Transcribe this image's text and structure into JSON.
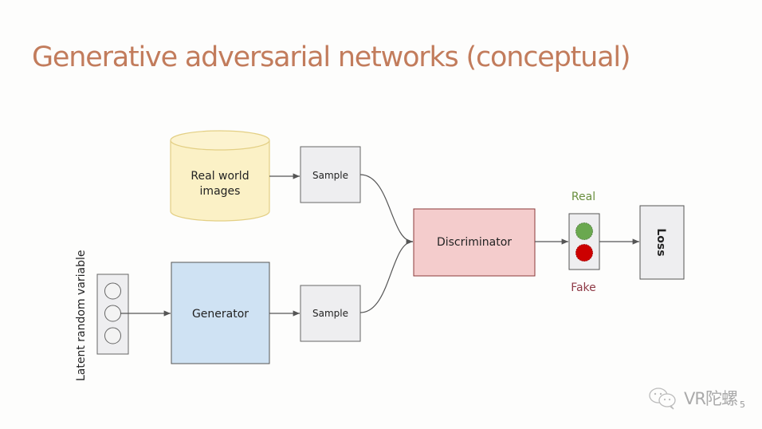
{
  "slide": {
    "title": "Generative adversarial networks (conceptual)",
    "page_number": "5"
  },
  "diagram": {
    "nodes": {
      "real_images": {
        "label_line1": "Real world",
        "label_line2": "images",
        "shape": "cylinder",
        "color": "#fbf1c6"
      },
      "sample_top": {
        "label": "Sample",
        "shape": "box",
        "color": "#eeeef0"
      },
      "latent": {
        "label": "Latent random variable",
        "circles": 3,
        "color": "#eeeef0"
      },
      "generator": {
        "label": "Generator",
        "shape": "box",
        "color": "#cfe2f3"
      },
      "sample_bottom": {
        "label": "Sample",
        "shape": "box",
        "color": "#eeeef0"
      },
      "discriminator": {
        "label": "Discriminator",
        "shape": "box",
        "color": "#f4cccc"
      },
      "output": {
        "real_label": "Real",
        "fake_label": "Fake",
        "real_color": "#6aa84f",
        "fake_color": "#cc0000"
      },
      "loss": {
        "label": "Loss",
        "shape": "box",
        "color": "#eeeef0"
      }
    },
    "edges": [
      {
        "from": "real_images",
        "to": "sample_top"
      },
      {
        "from": "latent",
        "to": "generator"
      },
      {
        "from": "generator",
        "to": "sample_bottom"
      },
      {
        "from": "sample_top",
        "to": "discriminator"
      },
      {
        "from": "sample_bottom",
        "to": "discriminator"
      },
      {
        "from": "discriminator",
        "to": "output"
      },
      {
        "from": "output",
        "to": "loss"
      }
    ]
  },
  "watermark": {
    "icon": "wechat-icon",
    "text": "VR陀螺"
  },
  "colors": {
    "title": "#c27c5c",
    "real_text": "#6a8f3f",
    "fake_text": "#8f3a47",
    "edge": "#555555"
  }
}
